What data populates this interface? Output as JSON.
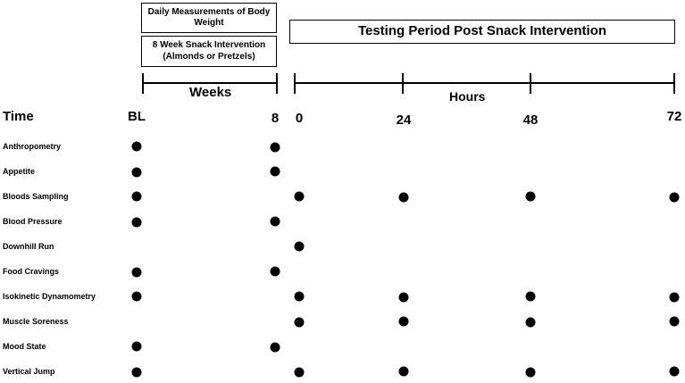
{
  "boxes": {
    "body_weight": "Daily Measurements of Body Weight",
    "snack": "8 Week Snack Intervention (Almonds or Pretzels)",
    "testing": "Testing Period Post Snack Intervention"
  },
  "axis": {
    "time_label": "Time",
    "weeks_label": "Weeks",
    "hours_label": "Hours",
    "ticks": [
      "BL",
      "8",
      "0",
      "24",
      "48",
      "72"
    ]
  },
  "rows": [
    {
      "label": "Anthropometry",
      "marks": [
        "BL",
        "8"
      ]
    },
    {
      "label": "Appetite",
      "marks": [
        "BL",
        "8"
      ]
    },
    {
      "label": "Bloods Sampling",
      "marks": [
        "BL",
        "0",
        "24",
        "48",
        "72"
      ]
    },
    {
      "label": "Blood Pressure",
      "marks": [
        "BL",
        "8"
      ]
    },
    {
      "label": "Downhill Run",
      "marks": [
        "0"
      ]
    },
    {
      "label": "Food Cravings",
      "marks": [
        "BL",
        "8"
      ]
    },
    {
      "label": "Isokinetic Dynamometry",
      "marks": [
        "BL",
        "0",
        "24",
        "48",
        "72"
      ]
    },
    {
      "label": "Muscle Soreness",
      "marks": [
        "0",
        "24",
        "48",
        "72"
      ]
    },
    {
      "label": "Mood State",
      "marks": [
        "BL",
        "8"
      ]
    },
    {
      "label": "Vertical Jump",
      "marks": [
        "BL",
        "0",
        "24",
        "48",
        "72"
      ]
    }
  ]
}
